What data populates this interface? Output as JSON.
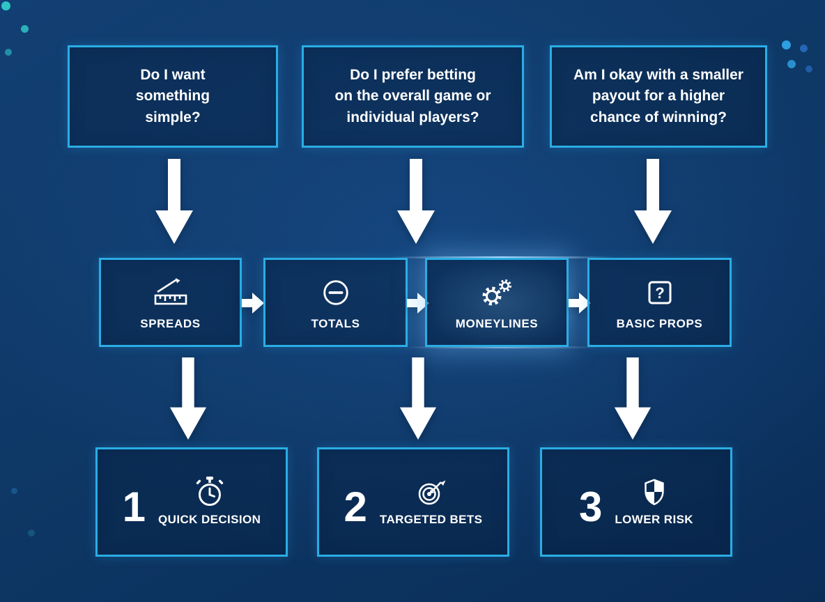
{
  "colors": {
    "accent_border": "#2aade4",
    "background": "#0d3866",
    "arrow": "#ffffff",
    "text": "#ffffff",
    "dot_teal": "#2fc4c6",
    "dot_blue": "#2e9fe0"
  },
  "questions": [
    {
      "lines": [
        "Do I want",
        "something",
        "simple?"
      ]
    },
    {
      "lines": [
        "Do I prefer betting",
        "on the overall game or",
        "individual players?"
      ]
    },
    {
      "lines": [
        "Am I okay with a smaller",
        "payout for a higher",
        "chance of winning?"
      ]
    }
  ],
  "bet_types": [
    {
      "label": "SPREADS",
      "icon": "ruler-icon"
    },
    {
      "label": "TOTALS",
      "icon": "minus-circle-icon"
    },
    {
      "label": "MONEYLINES",
      "icon": "gears-icon"
    },
    {
      "label": "BASIC PROPS",
      "icon": "question-box-icon"
    }
  ],
  "outcomes": [
    {
      "number": "1",
      "label": "QUICK DECISION",
      "icon": "stopwatch-icon"
    },
    {
      "number": "2",
      "label": "TARGETED BETS",
      "icon": "target-icon"
    },
    {
      "number": "3",
      "label": "LOWER RISK",
      "icon": "shield-icon"
    }
  ]
}
